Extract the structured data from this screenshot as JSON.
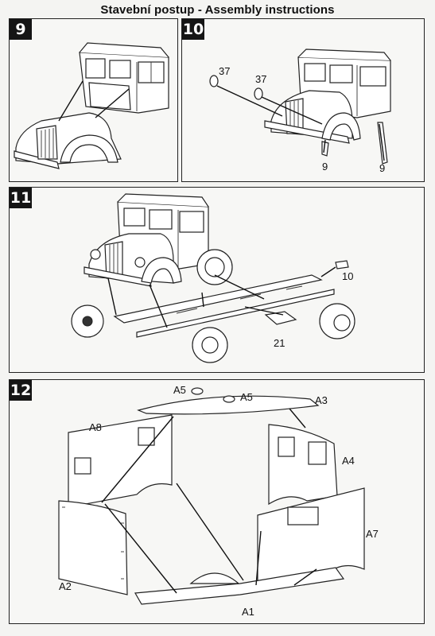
{
  "title": "Stavební postup - Assembly instructions",
  "steps": [
    {
      "number": "9",
      "labels": []
    },
    {
      "number": "10",
      "labels": [
        "37",
        "37",
        "9",
        "9"
      ]
    },
    {
      "number": "11",
      "labels": [
        "10",
        "21"
      ]
    },
    {
      "number": "12",
      "labels": [
        "A5",
        "A5",
        "A3",
        "A8",
        "A4",
        "A7",
        "A2",
        "A1"
      ]
    }
  ]
}
